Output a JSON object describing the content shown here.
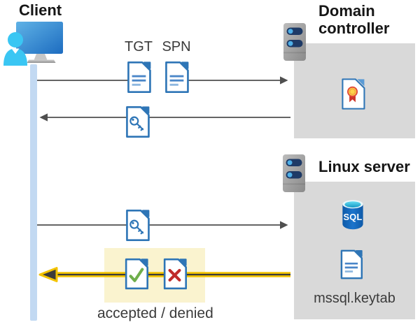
{
  "nodes": {
    "client": {
      "title": "Client"
    },
    "domain_controller": {
      "title": "Domain controller"
    },
    "linux_server": {
      "title": "Linux server"
    }
  },
  "labels": {
    "tgt": "TGT",
    "spn": "SPN",
    "result": "accepted / denied",
    "keytab": "mssql.keytab",
    "sql": "SQL"
  },
  "icons": {
    "client": "monitor-with-user-icon",
    "domain_controller": "server-rack-icon",
    "linux_server": "server-rack-icon",
    "tgt": "document-icon",
    "spn": "document-icon",
    "session_key": "key-document-icon",
    "certificate": "certificate-document-icon",
    "database": "sql-database-icon",
    "accepted": "check-document-icon",
    "denied": "x-document-icon"
  },
  "colors": {
    "doc_blue": "#2E75B6",
    "cert_fold": "#5B9BD5",
    "doc_line1": "#4A86C8",
    "doc_line2": "#8FB8E0",
    "arrow_gray": "#4F4F4F",
    "arrow_yellow": "#F3C300",
    "arrow_dark": "#3B3B3B",
    "highlight_yellow": "#FAF3CF",
    "lifeline_blue": "#C2D9F2",
    "box_gray": "#D9D9D9",
    "check_green": "#6FAE4B",
    "cross_red": "#C02B2B",
    "seal_yellow": "#FFD24A",
    "seal_red": "#CF3428",
    "seal_ring": "#E2493B",
    "seal_inner_ring": "#F0A83B",
    "server_pill_navy": "#1E3A66",
    "server_dot_blue": "#4FB0E8",
    "person_cyan": "#3AC6F3",
    "label_text": "#3B3B3B",
    "title_text": "#161616"
  }
}
